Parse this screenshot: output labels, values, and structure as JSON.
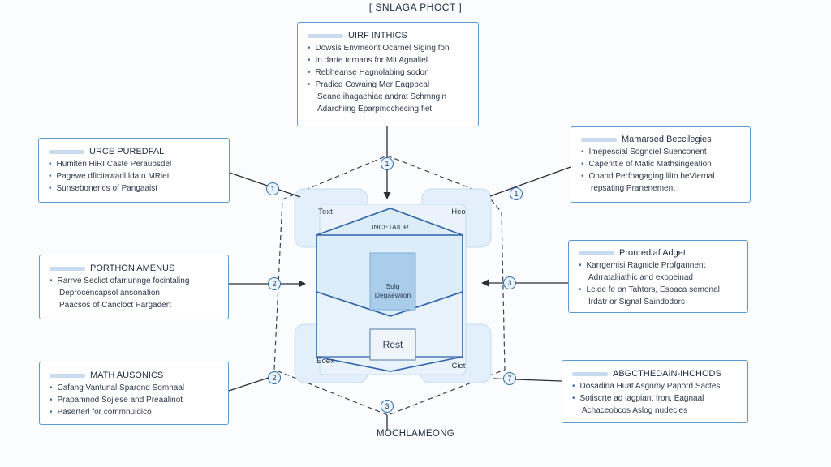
{
  "title": "[ SNLAGA PHOCT ]",
  "top_box": {
    "heading": "UIRF INTHICS",
    "lines": [
      "Dowsis Envmeont Ocarnel Siging fon",
      "In darte tornans for Mit Agnaliel",
      "Rebheanse Hagnolabing sodon",
      "Pradicd Cowaing Mer Eagpbeal",
      "Seane ihagaehiae andrat Schmngin",
      "Adarchiing Eparpmochecing fiet"
    ]
  },
  "left_boxes": [
    {
      "heading": "URCE PUREDFAL",
      "lines": [
        "Humiten HiRI Caste Peraubsdel",
        "Pagewe dficitawadl ldato MRiet",
        "Sunsebonerics of Pangaaist"
      ]
    },
    {
      "heading": "PORTHON AMENUS",
      "lines": [
        "Rarrve Seclict ofamunnge focintaling",
        "Deprocencapsol ansonation",
        "Paacsos of Cancloct Pargadert"
      ]
    },
    {
      "heading": "MATH AUSONICS",
      "lines": [
        "Cafang Vantunal Sparond Somnaal",
        "Prapamnod Sojlese and Preaalinot",
        "Paserterl for commnuidico"
      ]
    }
  ],
  "right_boxes": [
    {
      "heading": "Mamarsed Beccilegies",
      "lines": [
        "Imepescial Sognciel Suenconent",
        "Capenttie of Matic Mathsingeation",
        "Onand Perfoagaging lilto beViernal",
        "repsating Pranenement"
      ]
    },
    {
      "heading": "Pronrediaf Adget",
      "lines": [
        "Karrgemisi Ragnicle Profgannent",
        "Adrrataliiathic and exopeinad",
        "Leide fe on Tahtors, Espaca semonal",
        "Irdatr or Signal Saindodors"
      ]
    },
    {
      "heading": "ABGCTHEDAIN-IHCHODS",
      "lines": [
        "Dosadina Huat Asgomy Papord Sactes",
        "Sotiscrte ad iagpiant fron, Eagnaal",
        "Achaceobcos Aslog nudecies"
      ]
    }
  ],
  "center": {
    "top_left": "Text",
    "top_right": "Heo",
    "bottom_left": "Eoex",
    "bottom_right": "Ciet",
    "header": "INCETAIOR",
    "core": "Sulg Degaewiion",
    "rest": "Rest"
  },
  "badges": {
    "top": "1",
    "left1": "1",
    "left2": "2",
    "left3": "2",
    "right1": "1",
    "right2": "3",
    "right3": "7",
    "bottom": "3"
  },
  "footer": "MOCHLAMEONG",
  "colors": {
    "border": "#5d9ad0",
    "cube_fill": "#d9eaf8",
    "cube_edge": "#2f63a8",
    "arrow": "#2a2f36"
  }
}
